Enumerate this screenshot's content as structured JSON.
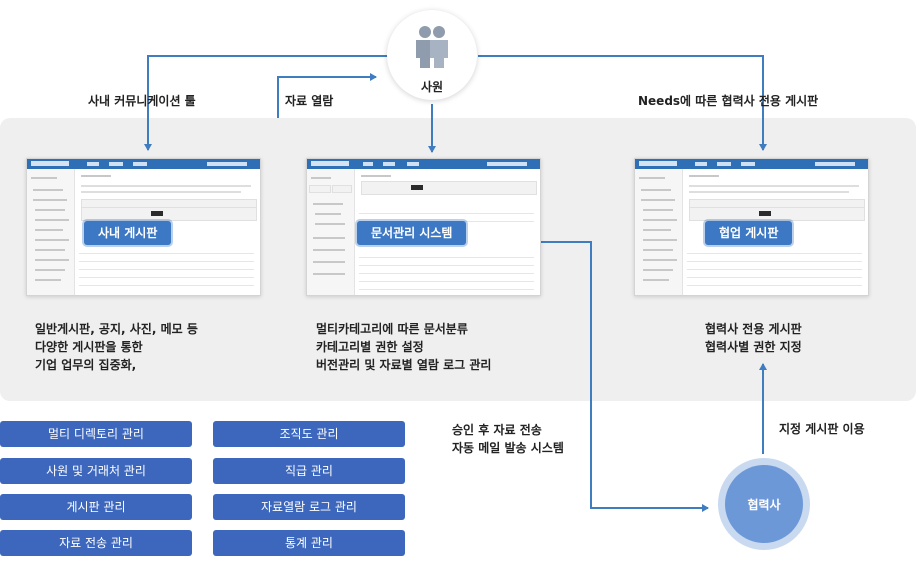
{
  "employee": {
    "label": "사원",
    "icon": "people-icon"
  },
  "flows": {
    "internal_comm": "사내 커뮤니케이션 툴",
    "data_view": "자료 열람",
    "needs_board": "Needs에 따른 협력사 전용 게시판",
    "approval": [
      "승인 후 자료 전송",
      "자동 메일 발송 시스템"
    ],
    "designated": "지정 게시판 이용"
  },
  "systems": [
    {
      "tag": "사내 게시판",
      "desc": [
        "일반게시판, 공지, 사진, 메모 등",
        "다양한 게시판을 통한",
        "기업 업무의 집중화,"
      ]
    },
    {
      "tag": "문서관리 시스템",
      "desc": [
        "멀티카테고리에 따른 문서분류",
        "카테고리별 권한 설정",
        "버전관리 및 자료별 열람 로그 관리"
      ]
    },
    {
      "tag": "협업 게시판",
      "desc": [
        "협력사 전용 게시판",
        "협력사별 권한 지정"
      ]
    }
  ],
  "management": [
    "멀티 디렉토리 관리",
    "조직도 관리",
    "사원 및 거래처 관리",
    "직급 관리",
    "게시판 관리",
    "자료열람 로그 관리",
    "자료 전송 관리",
    "통계 관리"
  ],
  "partner": {
    "label": "협력사"
  },
  "colors": {
    "connector": "#3f7cc0",
    "screen_header": "#2e6fb5",
    "tag": "#3d78c4",
    "mgmt_button": "#3c67bd",
    "partner_core": "#6d98d8",
    "partner_ring": "#c9daf0",
    "band": "#efefef"
  }
}
